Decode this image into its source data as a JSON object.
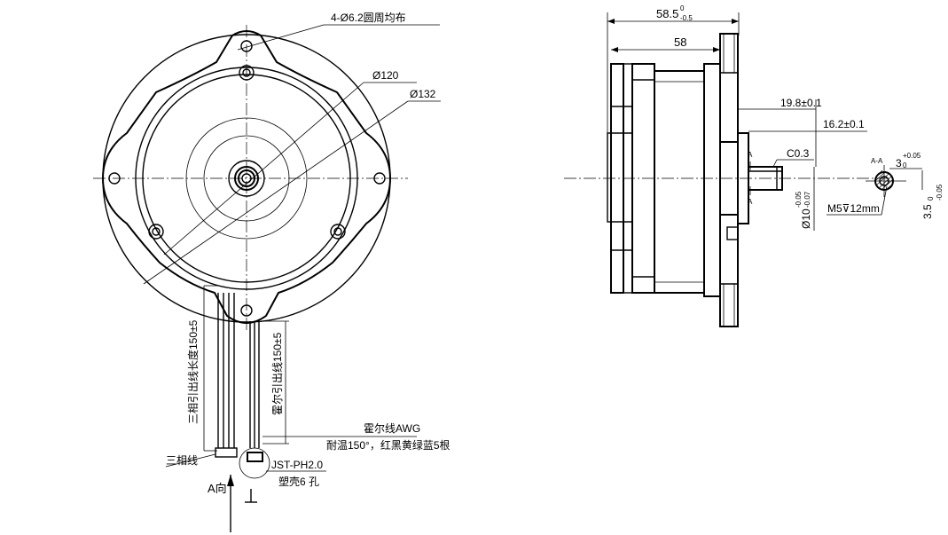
{
  "front_view": {
    "hole_callout": "4-Ø6.2圆周均布",
    "dia_inner": "Ø120",
    "dia_outer": "Ø132",
    "phase_lead_length": "三相引出线长度150±5",
    "hall_lead_length": "霍尔引出线150±5",
    "hall_wire": "霍尔线AWG",
    "hall_wire_spec": "耐温150°，红黑黄绿蓝5根",
    "phase_wire": "三相线",
    "connector": "JST-PH2.0",
    "connector_housing": "塑壳6 孔",
    "view_direction": "A向"
  },
  "side_view": {
    "overall_length": "58.5",
    "overall_length_upper_tol": "0",
    "overall_length_lower_tol": "-0.5",
    "body_length": "58",
    "shaft_len_1": "19.8±0.1",
    "shaft_len_2": "16.2±0.1",
    "chamfer": "C0.3",
    "shaft_dia": "Ø10",
    "shaft_dia_upper_tol": "-0.05",
    "shaft_dia_lower_tol": "-0.07",
    "thread": "M5",
    "thread_depth_symbol": "⊽",
    "thread_depth": "12mm",
    "section_mark_top": "A",
    "section_mark_bottom": "A"
  },
  "section_view": {
    "label": "A-A",
    "flat_width": "3",
    "flat_width_upper_tol": "+0.05",
    "flat_width_lower_tol": "0",
    "flat_depth": "3.5",
    "flat_depth_upper_tol": "0",
    "flat_depth_lower_tol": "-0.05"
  }
}
